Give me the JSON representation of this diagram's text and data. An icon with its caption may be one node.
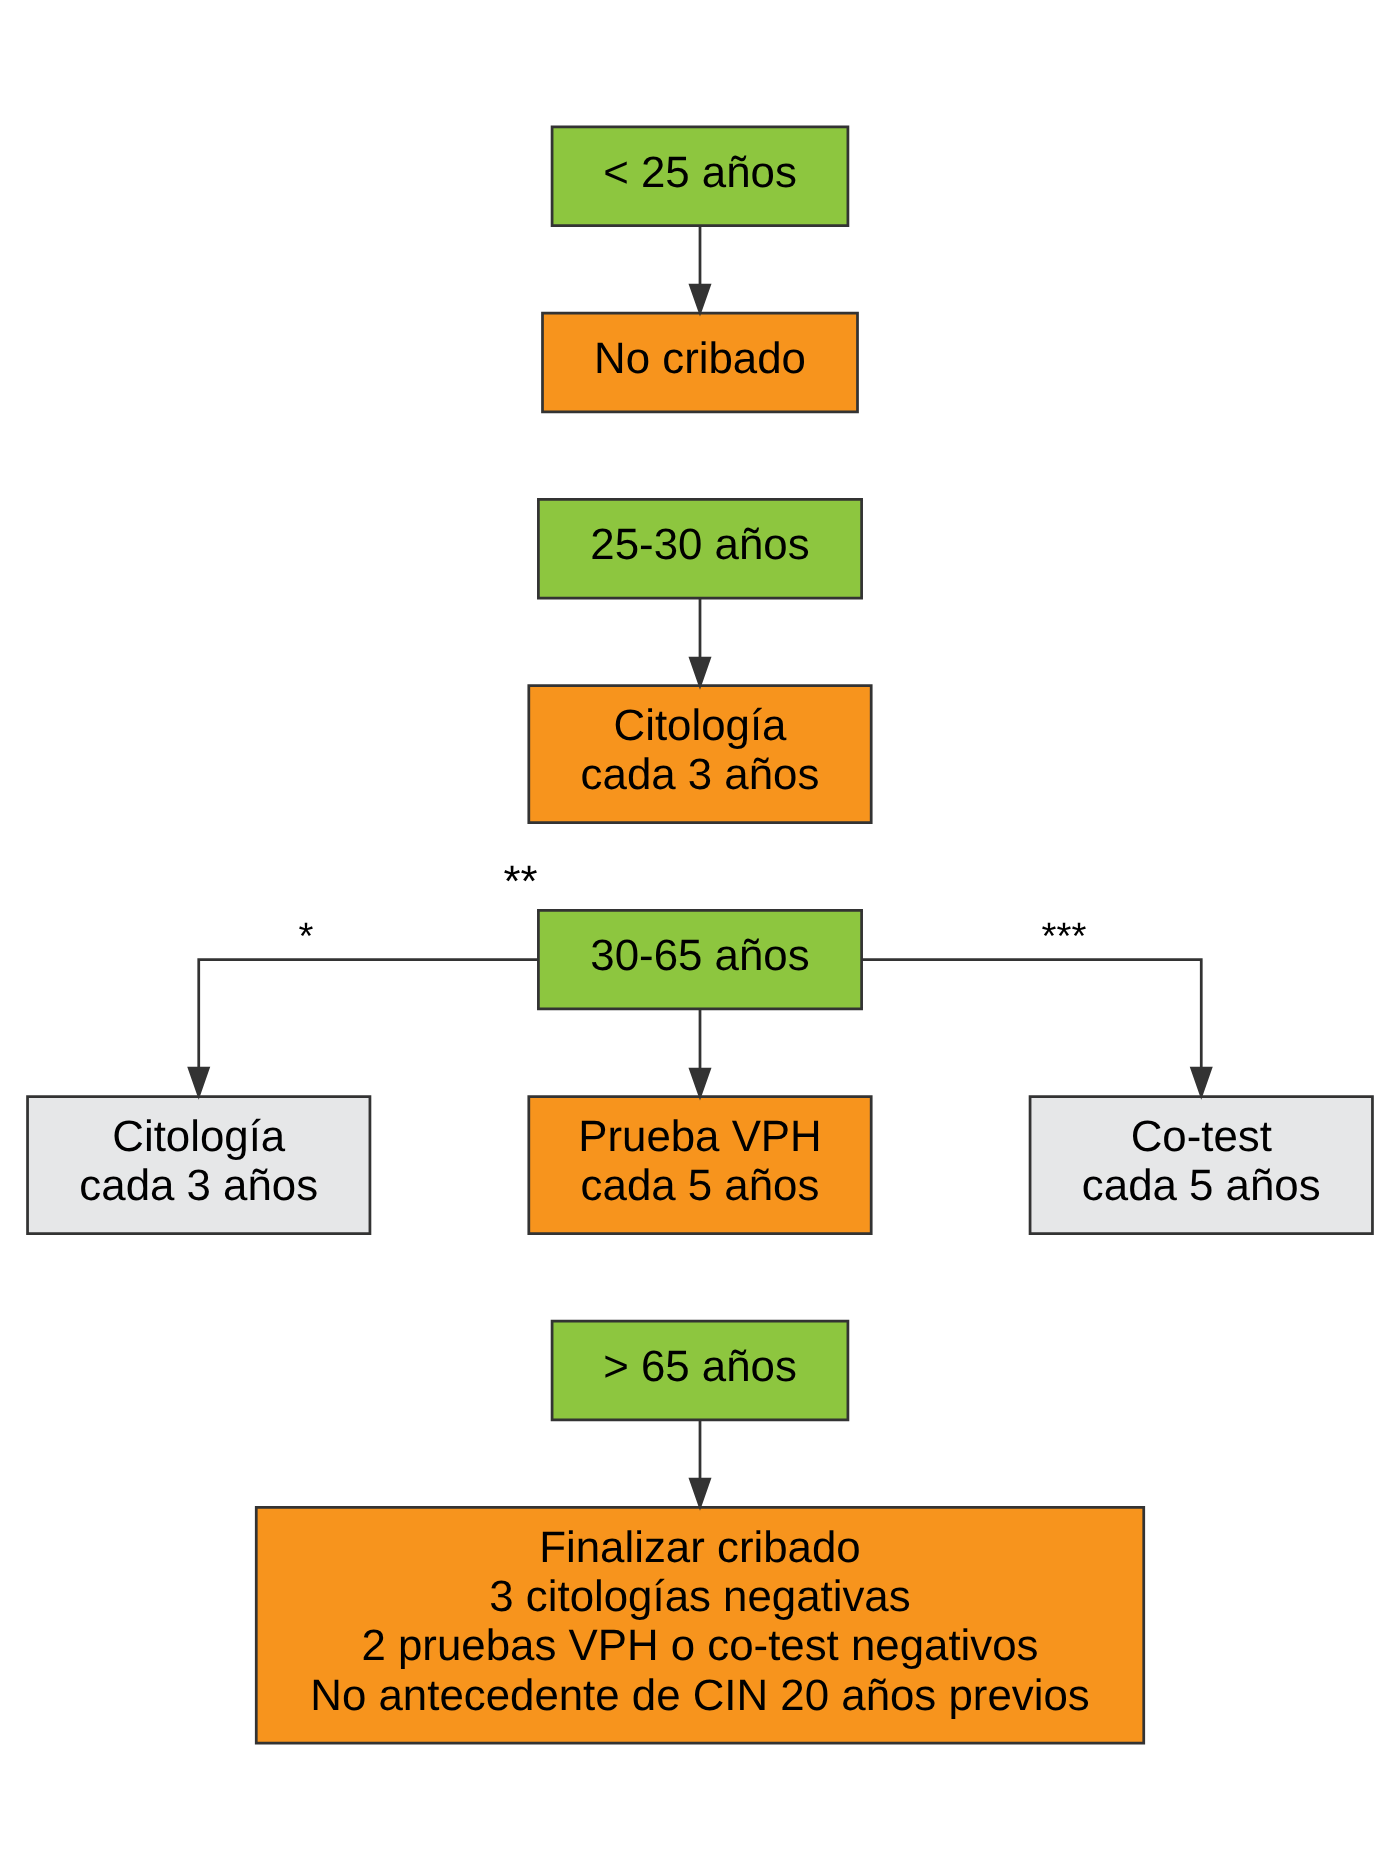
{
  "diagram": {
    "nodes": [
      {
        "text": [
          "< 25 años"
        ]
      },
      {
        "text": [
          "No cribado"
        ]
      },
      {
        "text": [
          "25-30 años"
        ]
      },
      {
        "text": [
          "Citología",
          "cada 3 años"
        ]
      },
      {
        "text": [
          "30-65 años"
        ],
        "beside": [
          "**"
        ]
      },
      {
        "text": [
          "Citología",
          "cada 3 años"
        ]
      },
      {
        "text": [
          "Prueba VPH",
          "cada 5 años"
        ]
      },
      {
        "text": [
          "Co-test",
          "cada 5 años"
        ]
      },
      {
        "text": [
          "> 65 años"
        ]
      },
      {
        "text": [
          "Finalizar cribado",
          "3 citologías negativas",
          "2 pruebas VPH o co-test negativos",
          "No antecedente de CIN 20 años previos"
        ]
      }
    ],
    "edges": [
      {
        "from": 0,
        "to": 1,
        "arrow": "to"
      },
      {
        "from": 2,
        "to": 3,
        "arrow": "to"
      },
      {
        "from": 4,
        "to": 5,
        "arrow": "to",
        "label": "*"
      },
      {
        "from": 4,
        "to": 6,
        "arrow": "to"
      },
      {
        "from": 4,
        "to": 7,
        "arrow": "to",
        "label": "***"
      },
      {
        "from": 8,
        "to": 9,
        "arrow": "to"
      }
    ]
  }
}
